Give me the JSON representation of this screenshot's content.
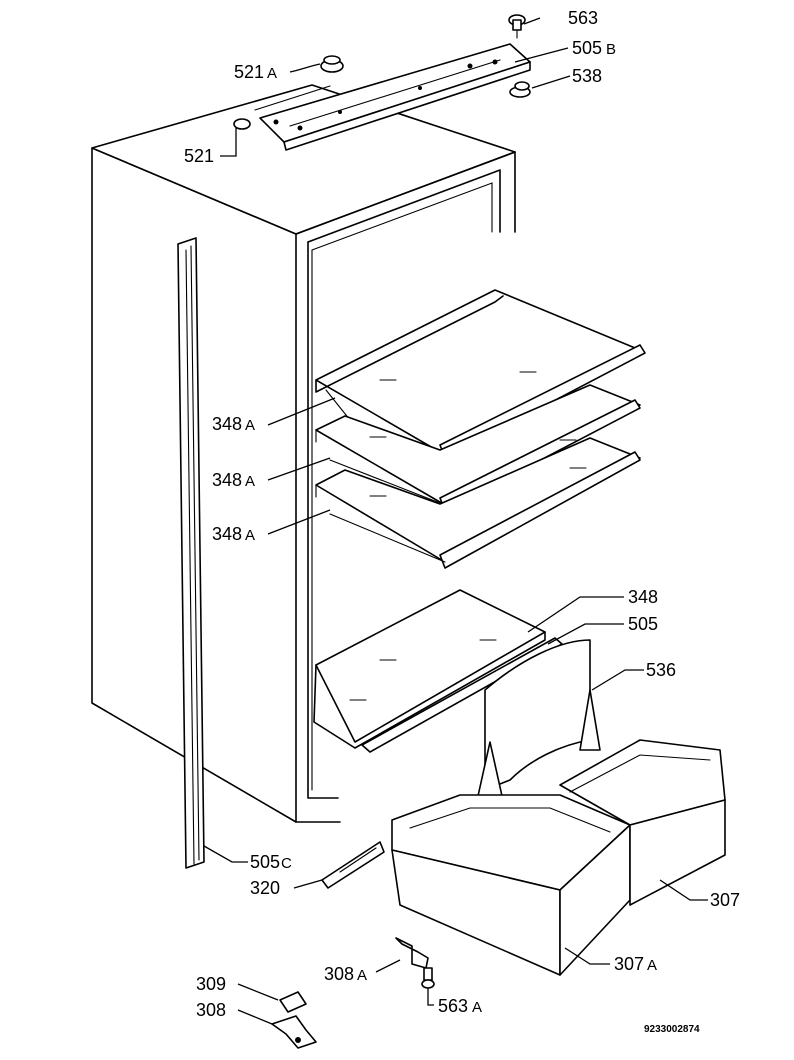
{
  "drawing_code": "9233002874",
  "parts": [
    {
      "id": "563",
      "num": "563",
      "suffix": ""
    },
    {
      "id": "505b",
      "num": "505",
      "suffix": "B"
    },
    {
      "id": "538",
      "num": "538",
      "suffix": ""
    },
    {
      "id": "521a",
      "num": "521",
      "suffix": "A"
    },
    {
      "id": "521",
      "num": "521",
      "suffix": ""
    },
    {
      "id": "348a-1",
      "num": "348",
      "suffix": "A"
    },
    {
      "id": "348a-2",
      "num": "348",
      "suffix": "A"
    },
    {
      "id": "348a-3",
      "num": "348",
      "suffix": "A"
    },
    {
      "id": "348",
      "num": "348",
      "suffix": ""
    },
    {
      "id": "505",
      "num": "505",
      "suffix": ""
    },
    {
      "id": "536",
      "num": "536",
      "suffix": ""
    },
    {
      "id": "505c",
      "num": "505",
      "suffix": "C"
    },
    {
      "id": "320",
      "num": "320",
      "suffix": ""
    },
    {
      "id": "307",
      "num": "307",
      "suffix": ""
    },
    {
      "id": "307a",
      "num": "307",
      "suffix": "A"
    },
    {
      "id": "308a",
      "num": "308",
      "suffix": "A"
    },
    {
      "id": "563a",
      "num": "563",
      "suffix": "A"
    },
    {
      "id": "309",
      "num": "309",
      "suffix": ""
    },
    {
      "id": "308",
      "num": "308",
      "suffix": ""
    }
  ]
}
